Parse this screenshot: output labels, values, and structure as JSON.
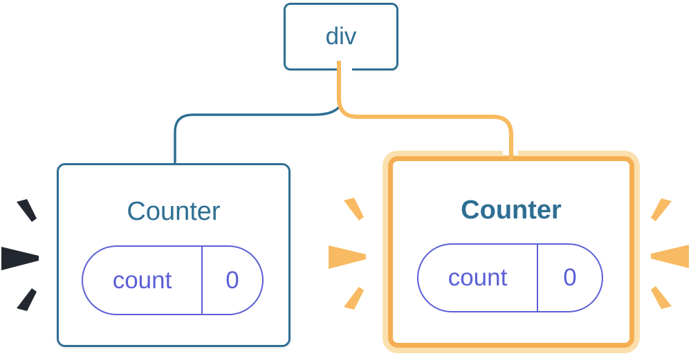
{
  "colors": {
    "blue": "#2E6E93",
    "purple": "#5B5FD6",
    "line_orange": "#F7BA5E",
    "box_orange": "#F5AE52",
    "pale_orange": "#FBE0AE",
    "ray_orange": "#F8BA62",
    "ray_dark": "#23272F",
    "bg": "#FFFFFF",
    "casing_white": "#FFFFFF"
  },
  "tree": {
    "root": {
      "label": "div"
    },
    "children": [
      {
        "title": "Counter",
        "highlighted": false,
        "state": {
          "key": "count",
          "value": "0"
        }
      },
      {
        "title": "Counter",
        "highlighted": true,
        "state": {
          "key": "count",
          "value": "0"
        }
      }
    ]
  }
}
